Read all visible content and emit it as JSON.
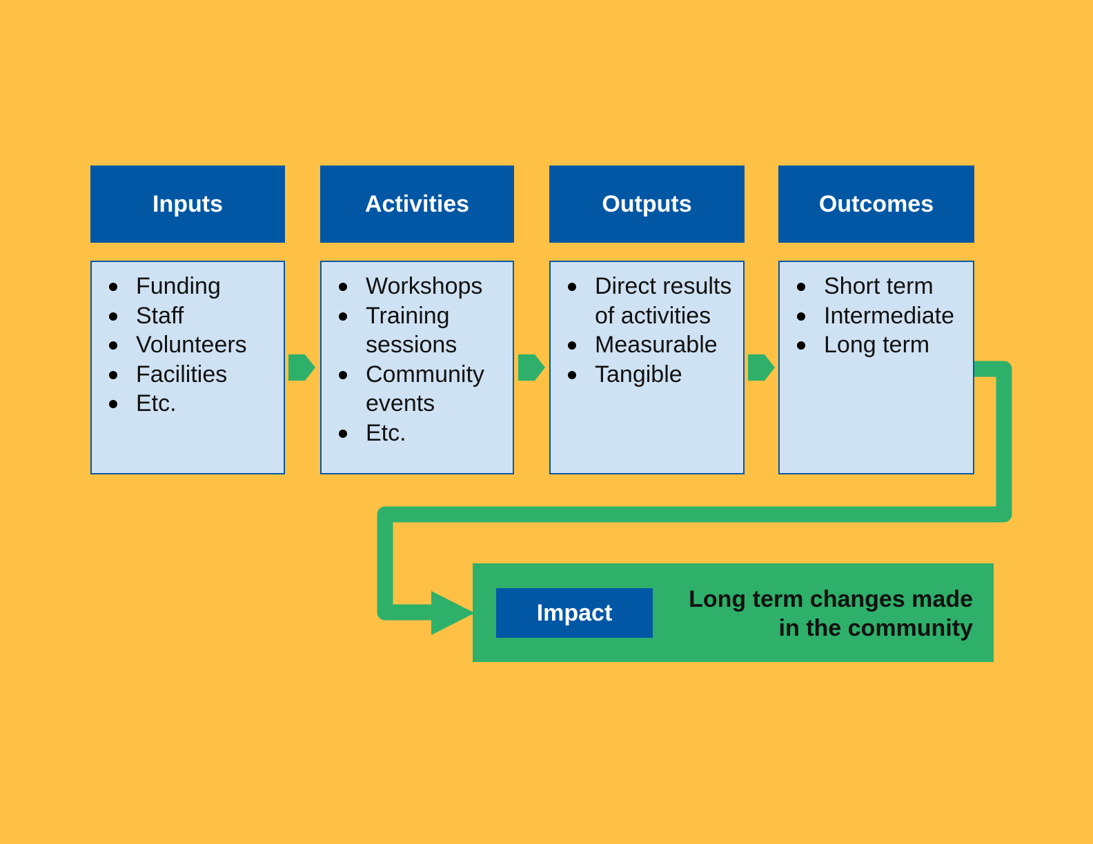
{
  "colors": {
    "background": "#FFC145",
    "header": "#0257A5",
    "body": "#CFE2F3",
    "connector": "#2EB06A"
  },
  "columns": [
    {
      "title": "Inputs",
      "items": [
        "Funding",
        "Staff",
        "Volunteers",
        "Facilities",
        "Etc."
      ]
    },
    {
      "title": "Activities",
      "items": [
        "Workshops",
        "Training sessions",
        "Community events",
        "Etc."
      ]
    },
    {
      "title": "Outputs",
      "items": [
        "Direct results of activities",
        "Measurable",
        "Tangible"
      ]
    },
    {
      "title": "Outcomes",
      "items": [
        "Short term",
        "Intermediate",
        "Long term"
      ]
    }
  ],
  "impact": {
    "label": "Impact",
    "description": "Long term changes made in the community"
  },
  "icons": {
    "between_columns": "chevron-right-icon",
    "to_impact": "arrow-right-icon"
  }
}
